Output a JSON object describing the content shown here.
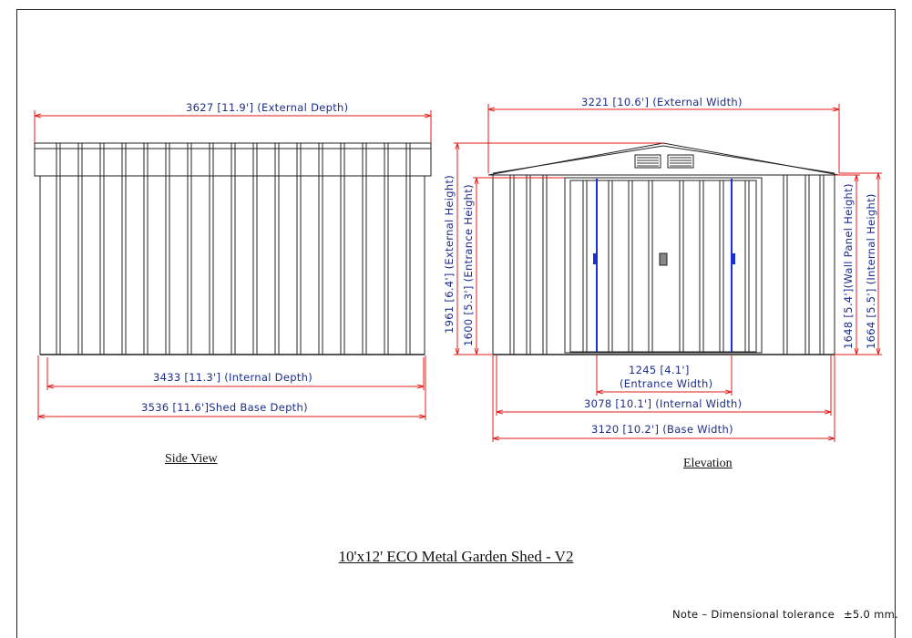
{
  "title": "10'x12' ECO Metal Garden Shed - V2",
  "captions": {
    "side": "Side View",
    "elevation": "Elevation"
  },
  "note": {
    "label": "Note – Dimensional tolerance",
    "value": "±5.0 mm."
  },
  "side_view": {
    "external_depth": "3627 [11.9'] (External Depth)",
    "internal_depth": "3433 [11.3'] (Internal Depth)",
    "base_depth": "3536 [11.6']Shed Base Depth)"
  },
  "elevation": {
    "external_width": "3221 [10.6'] (External Width)",
    "external_height": "1961 [6.4'] (External Height)",
    "entrance_height": "1600 [5.3'] (Entrance Height)",
    "wall_panel_height": "1648 [5.4'](Wall Panel Height)",
    "internal_height": "1664 [5.5'] (Internal Height)",
    "entrance_width_value": "1245 [4.1']",
    "entrance_width_label": "(Entrance Width)",
    "internal_width": "3078 [10.1'] (Internal Width)",
    "base_width": "3120 [10.2'] (Base Width)"
  },
  "colors": {
    "dimension_line": "#e11b1b",
    "dimension_text": "#1d2d8c",
    "door_trim": "#1a2fd6",
    "outline": "#222222"
  }
}
